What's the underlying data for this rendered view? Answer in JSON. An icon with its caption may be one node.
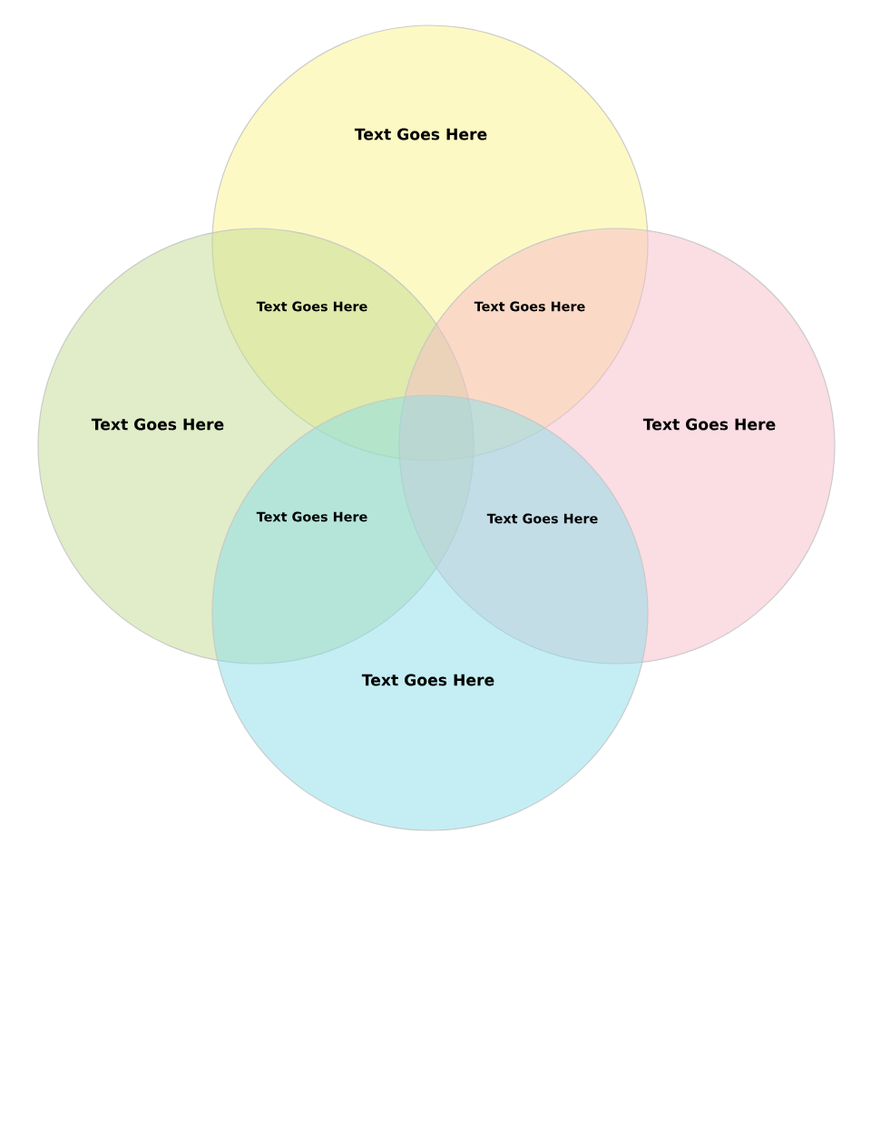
{
  "diagram": {
    "nodes": [
      {
        "text": [
          "Text Goes Here"
        ]
      },
      {
        "text": [
          "Text Goes Here"
        ]
      },
      {
        "text": [
          "Text Goes Here"
        ]
      },
      {
        "text": [
          "Text Goes Here"
        ]
      }
    ],
    "labels": [
      "Text Goes Here",
      "Text Goes Here",
      "Text Goes Here",
      "Text Goes Here"
    ]
  }
}
